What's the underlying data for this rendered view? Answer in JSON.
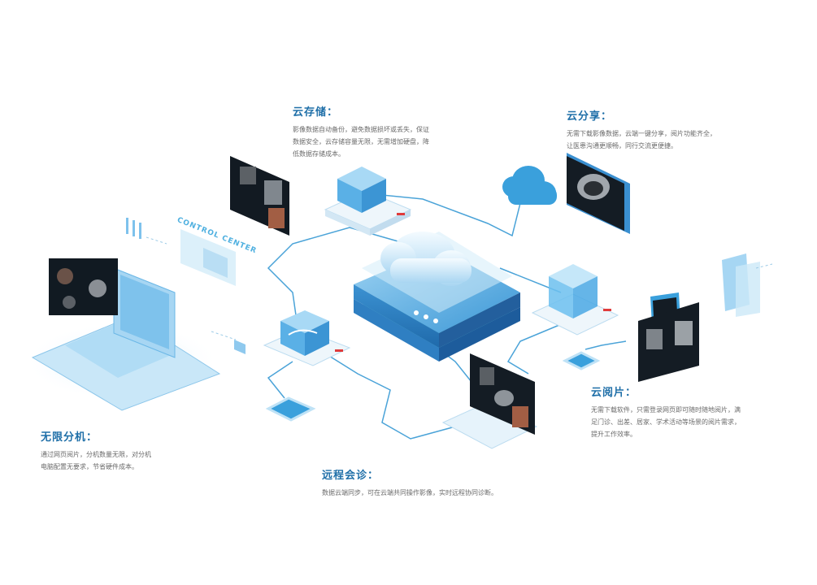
{
  "features": {
    "storage": {
      "title": "云存储：",
      "lines": [
        "影像数据自动备份，避免数据损坏或丢失，保证",
        "数据安全，云存储容量无限，无需增加硬盘，降",
        "低数据存储成本。"
      ]
    },
    "share": {
      "title": "云分享：",
      "lines": [
        "无需下载影像数据，云端一键分享，阅片功能齐全，",
        "让医患沟通更顺畅，同行交流更便捷。"
      ]
    },
    "reading": {
      "title": "云阅片：",
      "lines": [
        "无需下载软件，只需登录网页即可随时随地阅片，满",
        "足门诊、出差、居家、学术活动等场景的阅片需求，",
        "提升工作效率。"
      ]
    },
    "unlimited": {
      "title": "无限分机：",
      "lines": [
        "通过网页阅片，分机数量无限，对分机",
        "电脑配置无要求，节省硬件成本。"
      ]
    },
    "consult": {
      "title": "远程会诊：",
      "lines": [
        "数据云端同步，可在云端共同操作影像，实时远程协同诊断。"
      ]
    }
  },
  "control_center_label": "CONTROL CENTER",
  "colors": {
    "heading": "#1f6fa8",
    "line": "#4aa3d8",
    "accent": "#3aa0dc",
    "light": "#d6ecf9",
    "body_text": "#6b6b6b"
  }
}
